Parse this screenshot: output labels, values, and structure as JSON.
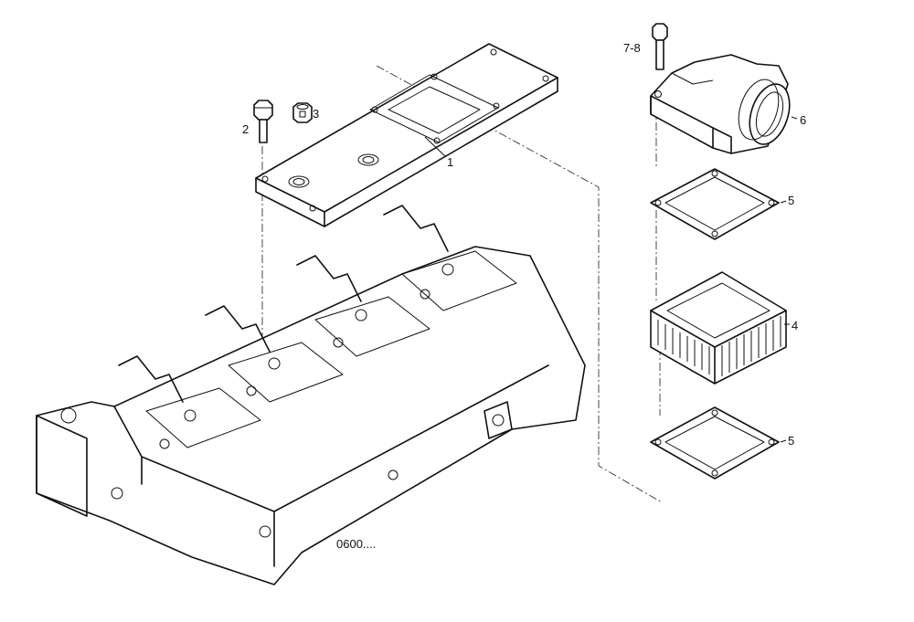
{
  "diagram": {
    "reference_code": "0600....",
    "callouts": {
      "cover_plate": "1",
      "bolt": "2",
      "plug": "3",
      "spacer": "4",
      "gasket_upper": "5",
      "gasket_lower": "5",
      "elbow": "6",
      "elbow_bolt": "7-8"
    }
  }
}
